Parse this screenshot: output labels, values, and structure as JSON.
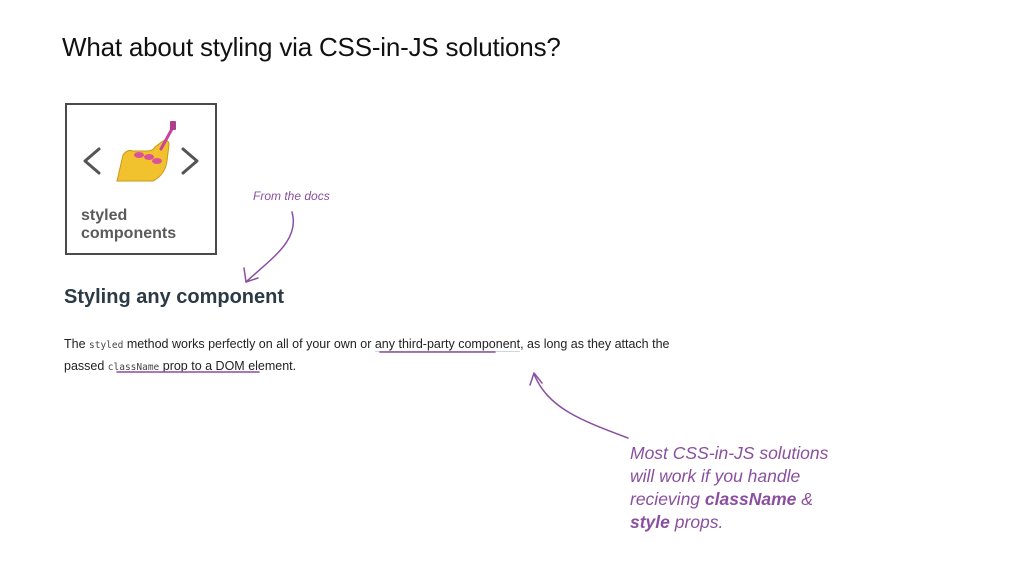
{
  "slide": {
    "title": "What about styling via CSS-in-JS solutions?"
  },
  "logo": {
    "line1": "styled",
    "line2": "components",
    "left_glyph": "<",
    "right_glyph": ">",
    "icon": "nail-polish-icon"
  },
  "annotations": {
    "top_note": "From the docs",
    "bottom_note": {
      "line1": "Most CSS-in-JS solutions",
      "line2": "will work if you handle",
      "line3_pre": "recieving ",
      "line3_bold": "className",
      "line3_post": " &",
      "line4_bold": "style",
      "line4_post": " props."
    },
    "color": "#8a4f9f"
  },
  "doc": {
    "heading": "Styling any component",
    "p_1": "The ",
    "code_styled": "styled",
    "p_2": " method works perfectly on all of your own or ",
    "link_text": "any third-party component",
    "p_3": ", as long as they attach the passed ",
    "code_classname": "className",
    "p_4": " prop to a DOM element."
  }
}
